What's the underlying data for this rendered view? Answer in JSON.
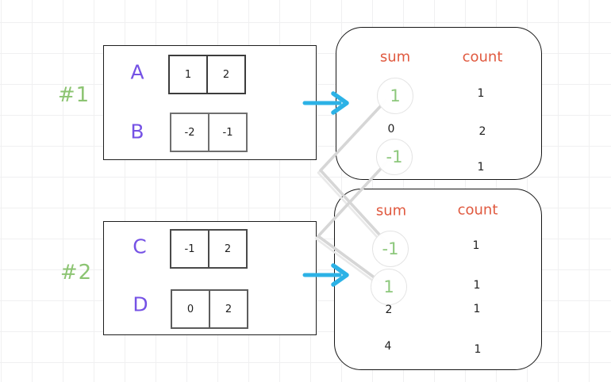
{
  "colors": {
    "example_label_green": "#8cc472",
    "circled_sum_green": "#8dc87c",
    "array_name_purple": "#7552e5",
    "header_orange": "#e0593f",
    "arrow_cyan": "#2cb2e6",
    "connector_gray": "#d6d6d6",
    "text_black": "#1e1e1e"
  },
  "icons": {
    "flow-arrow-icon": "→",
    "connector-line": "elbow-link"
  },
  "examples": [
    {
      "label": "#1",
      "arrays": [
        {
          "name": "A",
          "values": [
            "1",
            "2"
          ]
        },
        {
          "name": "B",
          "values": [
            "-2",
            "-1"
          ]
        }
      ],
      "result": {
        "sum_header": "sum",
        "count_header": "count",
        "rows": [
          {
            "sum": "1",
            "count": "1",
            "circled": true
          },
          {
            "sum": "0",
            "count": "2",
            "circled": false
          },
          {
            "sum": "-1",
            "count": "1",
            "circled": true
          }
        ]
      }
    },
    {
      "label": "#2",
      "arrays": [
        {
          "name": "C",
          "values": [
            "-1",
            "2"
          ]
        },
        {
          "name": "D",
          "values": [
            "0",
            "2"
          ]
        }
      ],
      "result": {
        "sum_header": "sum",
        "count_header": "count",
        "rows": [
          {
            "sum": "-1",
            "count": "1",
            "circled": true
          },
          {
            "sum": "1",
            "count": "1",
            "circled": true
          },
          {
            "sum": "2",
            "count": "1",
            "circled": false
          },
          {
            "sum": "4",
            "count": "1",
            "circled": false
          }
        ]
      }
    }
  ],
  "connections": [
    {
      "from": "#1 sum 1",
      "to": "#2 sum -1"
    },
    {
      "from": "#1 sum -1",
      "to": "#2 sum 1"
    }
  ]
}
